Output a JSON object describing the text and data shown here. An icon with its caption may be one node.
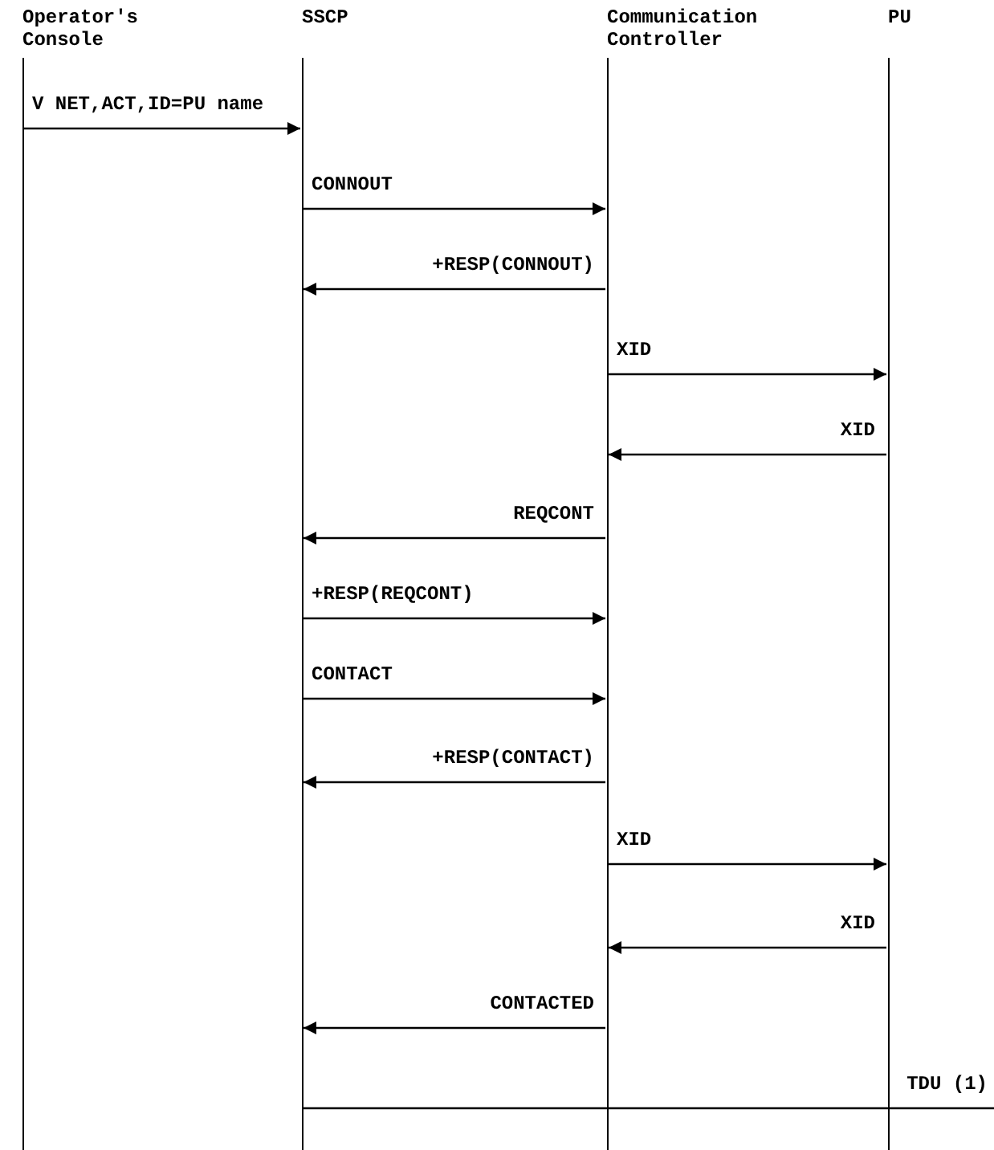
{
  "diagram": {
    "nodes": [
      {
        "text": [
          "Operator's Console"
        ]
      },
      {
        "text": [
          "SSCP"
        ]
      },
      {
        "text": [
          "Communication Controller"
        ]
      },
      {
        "text": [
          "PU"
        ]
      }
    ],
    "edges": [
      {
        "from": 0,
        "to": 1,
        "arrow": "to",
        "label": "V NET,ACT,ID=PU name"
      },
      {
        "from": 1,
        "to": 2,
        "arrow": "to",
        "label": "CONNOUT"
      },
      {
        "from": 2,
        "to": 1,
        "arrow": "to",
        "label": "+RESP(CONNOUT)"
      },
      {
        "from": 2,
        "to": 3,
        "arrow": "to",
        "label": "XID"
      },
      {
        "from": 3,
        "to": 2,
        "arrow": "to",
        "label": "XID"
      },
      {
        "from": 2,
        "to": 1,
        "arrow": "to",
        "label": "REQCONT"
      },
      {
        "from": 1,
        "to": 2,
        "arrow": "to",
        "label": "+RESP(REQCONT)"
      },
      {
        "from": 1,
        "to": 2,
        "arrow": "to",
        "label": "CONTACT"
      },
      {
        "from": 2,
        "to": 1,
        "arrow": "to",
        "label": "+RESP(CONTACT)"
      },
      {
        "from": 2,
        "to": 3,
        "arrow": "to",
        "label": "XID"
      },
      {
        "from": 3,
        "to": 2,
        "arrow": "to",
        "label": "XID"
      },
      {
        "from": 2,
        "to": 1,
        "arrow": "to",
        "label": "CONTACTED"
      },
      {
        "from": 1,
        "to": null,
        "arrow": "none",
        "label": "TDU (1)"
      }
    ]
  }
}
